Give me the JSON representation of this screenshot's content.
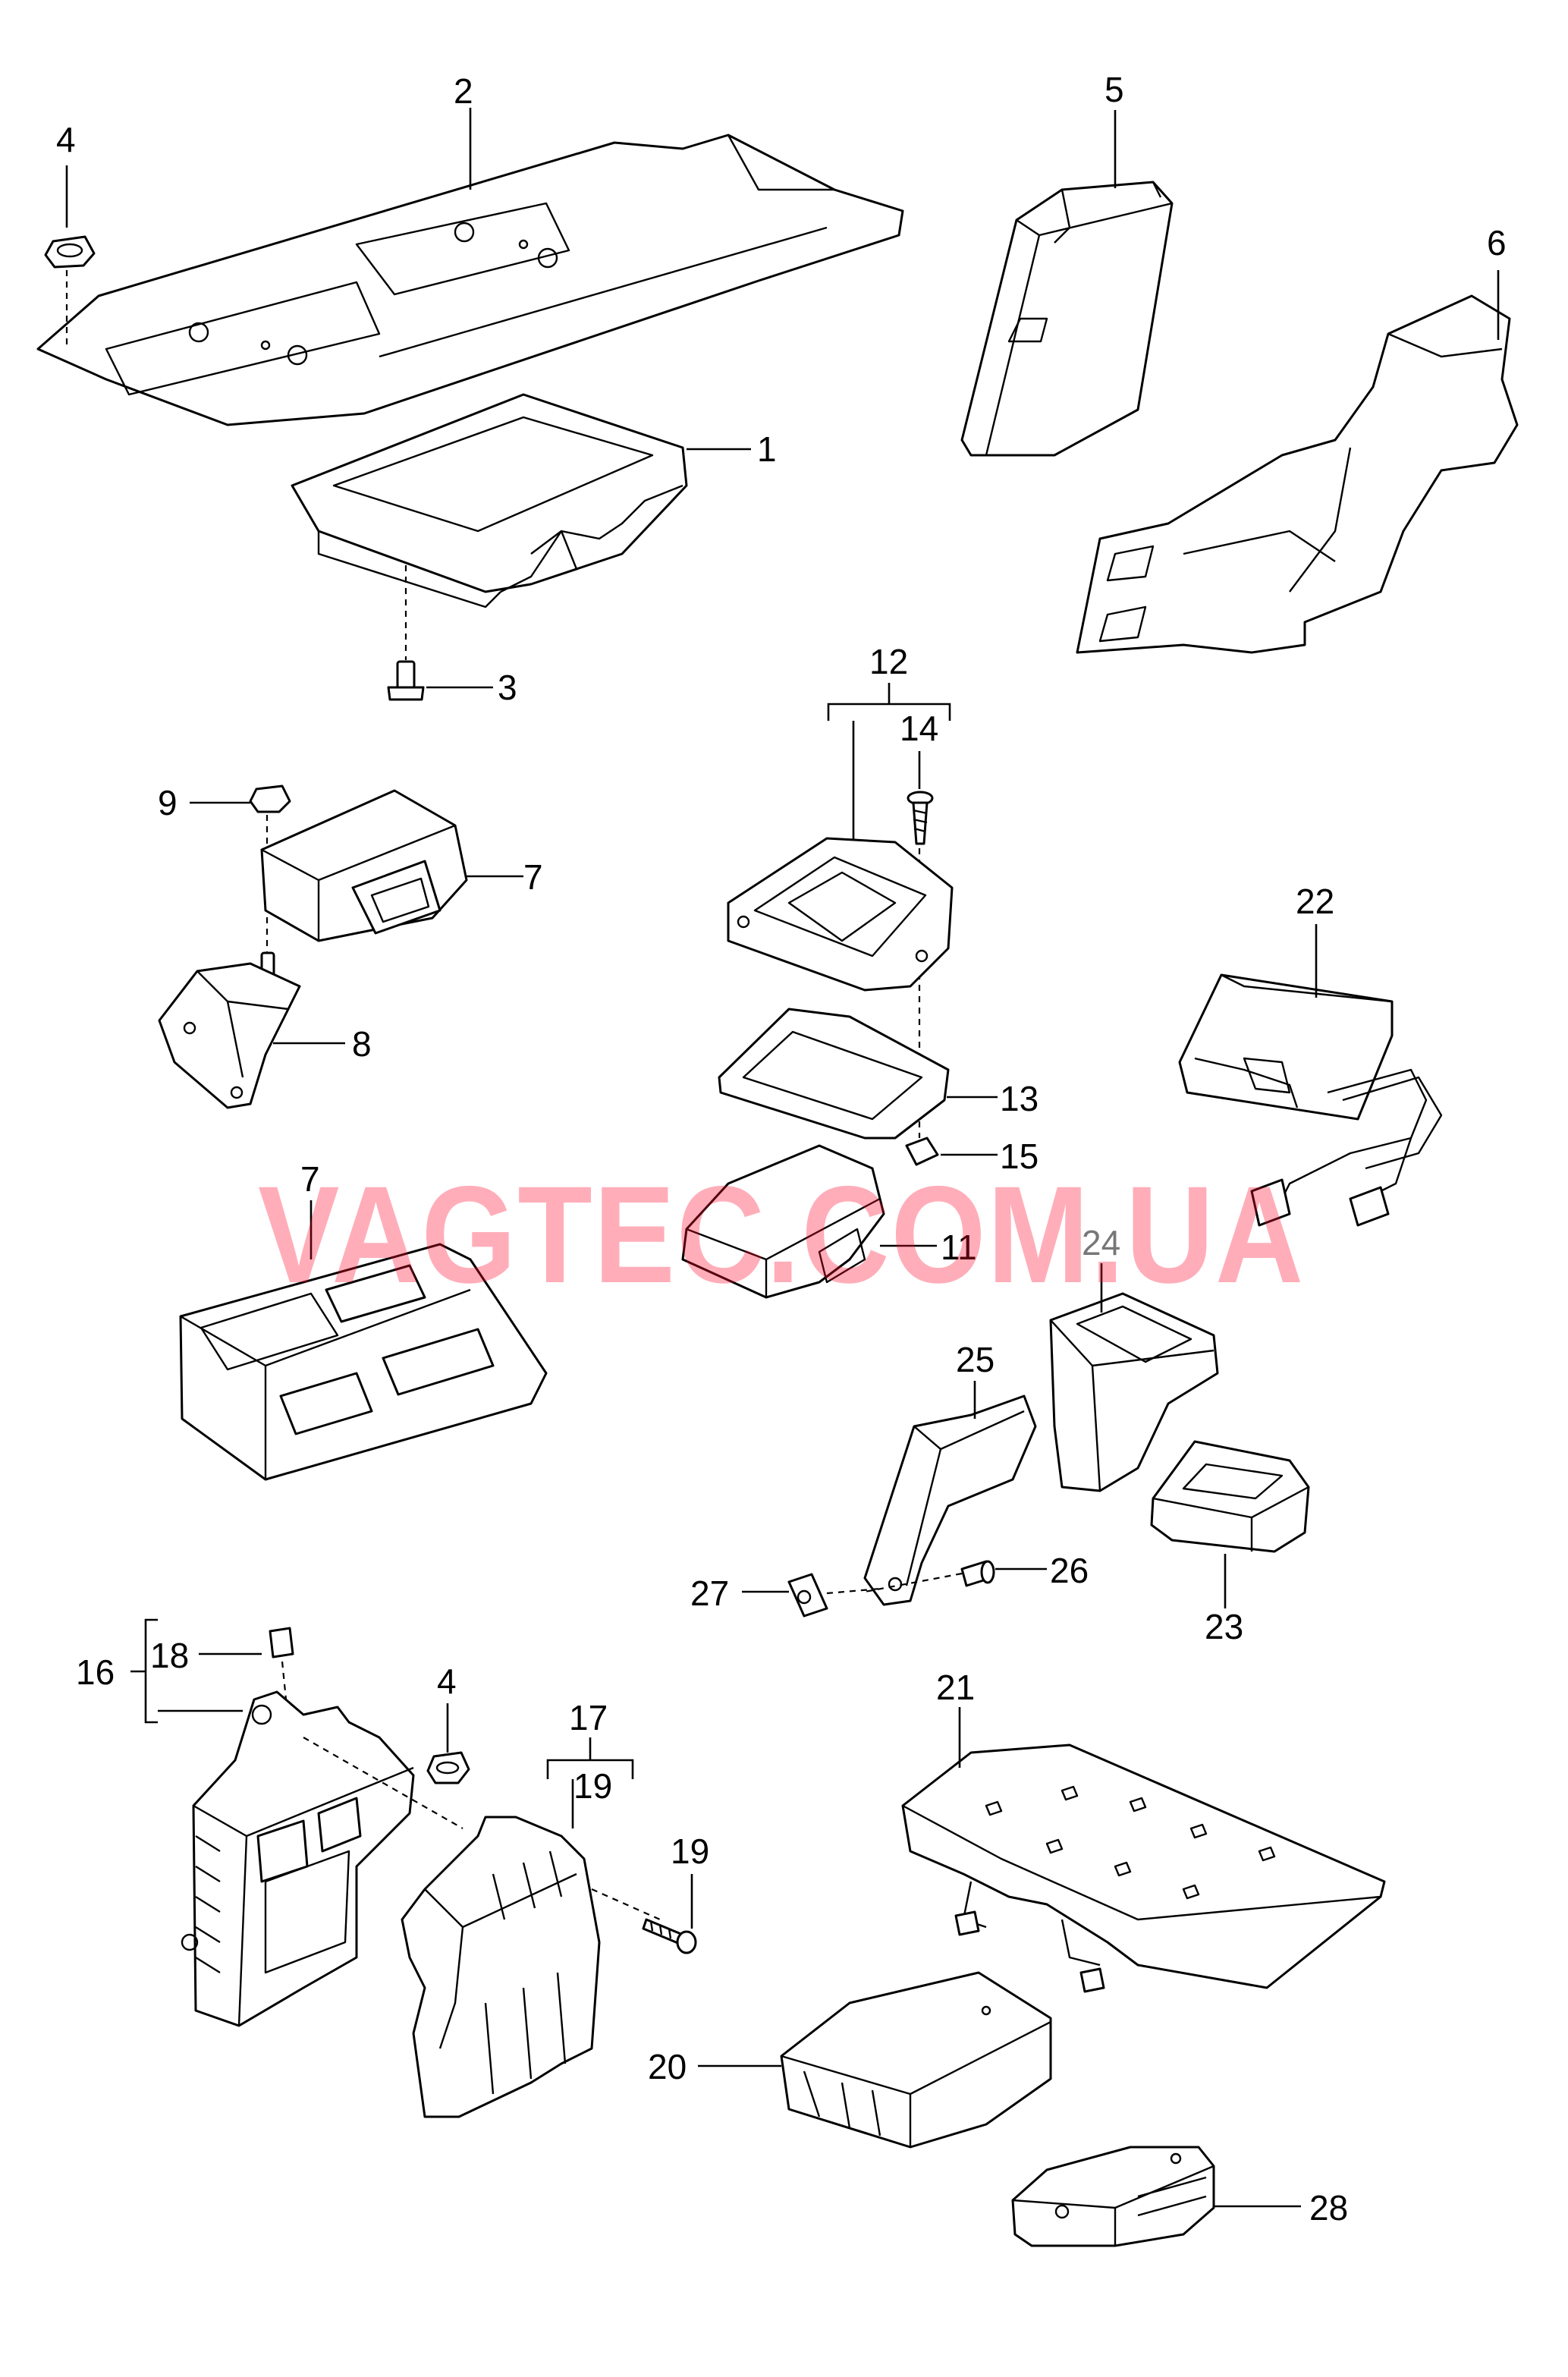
{
  "watermark": "VAGTEC.COM.UA",
  "colors": {
    "watermark": "#ff0a2a",
    "line": "#000000",
    "background": "#ffffff"
  },
  "callouts": {
    "c1": "1",
    "c2": "2",
    "c3": "3",
    "c4a": "4",
    "c4b": "4",
    "c5": "5",
    "c6": "6",
    "c7a": "7",
    "c7b": "7",
    "c8": "8",
    "c9": "9",
    "c11": "11",
    "c12": "12",
    "c13": "13",
    "c14": "14",
    "c15": "15",
    "c16": "16",
    "c17": "17",
    "c18": "18",
    "c19a": "19",
    "c19b": "19",
    "c20": "20",
    "c21": "21",
    "c22": "22",
    "c23": "23",
    "c24": "24",
    "c25": "25",
    "c26": "26",
    "c27": "27",
    "c28": "28"
  }
}
